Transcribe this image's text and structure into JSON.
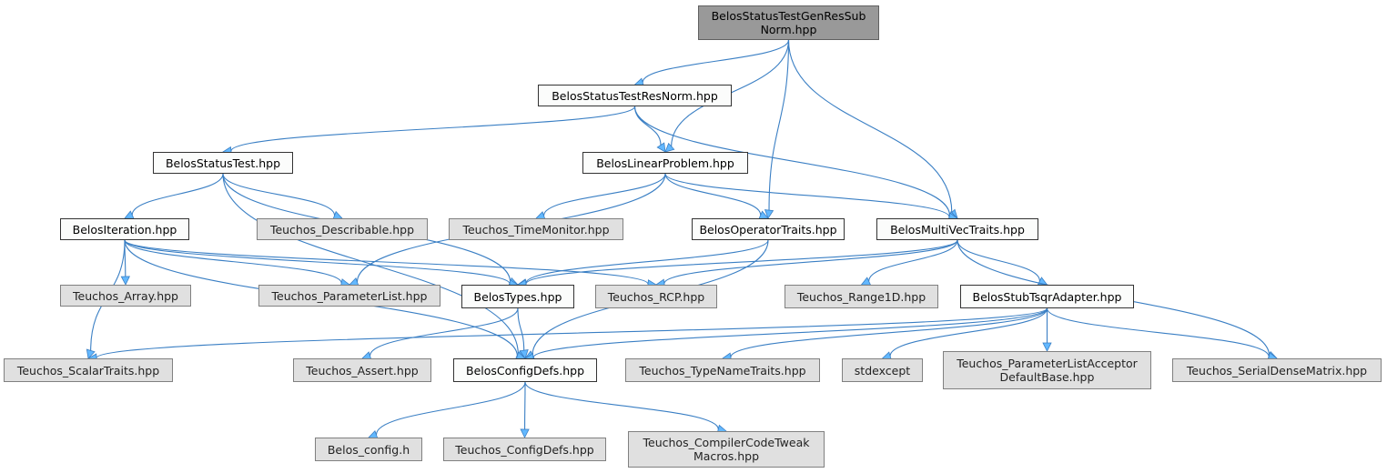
{
  "diagram": {
    "type": "include-dependency-graph",
    "colors": {
      "edge": "#3a7fc4",
      "arrow": "#63b8ff",
      "root_fill": "#999999",
      "local_fill": "#fbfcfb",
      "external_fill": "#e0e0e0"
    },
    "nodes": [
      {
        "id": "root",
        "label": "BelosStatusTestGenResSub\nNorm.hpp",
        "kind": "root"
      },
      {
        "id": "resnorm",
        "label": "BelosStatusTestResNorm.hpp",
        "kind": "local"
      },
      {
        "id": "statustest",
        "label": "BelosStatusTest.hpp",
        "kind": "local"
      },
      {
        "id": "linprob",
        "label": "BelosLinearProblem.hpp",
        "kind": "local"
      },
      {
        "id": "iteration",
        "label": "BelosIteration.hpp",
        "kind": "local"
      },
      {
        "id": "describable",
        "label": "Teuchos_Describable.hpp",
        "kind": "external"
      },
      {
        "id": "timemon",
        "label": "Teuchos_TimeMonitor.hpp",
        "kind": "external"
      },
      {
        "id": "optraits",
        "label": "BelosOperatorTraits.hpp",
        "kind": "local"
      },
      {
        "id": "mvtraits",
        "label": "BelosMultiVecTraits.hpp",
        "kind": "local"
      },
      {
        "id": "array",
        "label": "Teuchos_Array.hpp",
        "kind": "external"
      },
      {
        "id": "paramlist",
        "label": "Teuchos_ParameterList.hpp",
        "kind": "external"
      },
      {
        "id": "types",
        "label": "BelosTypes.hpp",
        "kind": "local"
      },
      {
        "id": "rcp",
        "label": "Teuchos_RCP.hpp",
        "kind": "external"
      },
      {
        "id": "range1d",
        "label": "Teuchos_Range1D.hpp",
        "kind": "external"
      },
      {
        "id": "tsqr",
        "label": "BelosStubTsqrAdapter.hpp",
        "kind": "local"
      },
      {
        "id": "scalartraits",
        "label": "Teuchos_ScalarTraits.hpp",
        "kind": "external"
      },
      {
        "id": "assert",
        "label": "Teuchos_Assert.hpp",
        "kind": "external"
      },
      {
        "id": "configdefs",
        "label": "BelosConfigDefs.hpp",
        "kind": "local"
      },
      {
        "id": "typename",
        "label": "Teuchos_TypeNameTraits.hpp",
        "kind": "external"
      },
      {
        "id": "stdexcept",
        "label": "stdexcept",
        "kind": "external"
      },
      {
        "id": "placcept",
        "label": "Teuchos_ParameterListAcceptor\nDefaultBase.hpp",
        "kind": "external"
      },
      {
        "id": "serialdense",
        "label": "Teuchos_SerialDenseMatrix.hpp",
        "kind": "external"
      },
      {
        "id": "belosconfig",
        "label": "Belos_config.h",
        "kind": "external"
      },
      {
        "id": "tconfigdefs",
        "label": "Teuchos_ConfigDefs.hpp",
        "kind": "external"
      },
      {
        "id": "tweak",
        "label": "Teuchos_CompilerCodeTweak\nMacros.hpp",
        "kind": "external"
      }
    ],
    "edges": [
      [
        "root",
        "resnorm"
      ],
      [
        "root",
        "linprob"
      ],
      [
        "root",
        "optraits"
      ],
      [
        "root",
        "mvtraits"
      ],
      [
        "resnorm",
        "statustest"
      ],
      [
        "resnorm",
        "linprob"
      ],
      [
        "resnorm",
        "mvtraits"
      ],
      [
        "statustest",
        "iteration"
      ],
      [
        "statustest",
        "describable"
      ],
      [
        "statustest",
        "types"
      ],
      [
        "statustest",
        "configdefs"
      ],
      [
        "linprob",
        "timemon"
      ],
      [
        "linprob",
        "optraits"
      ],
      [
        "linprob",
        "mvtraits"
      ],
      [
        "linprob",
        "paramlist"
      ],
      [
        "iteration",
        "array"
      ],
      [
        "iteration",
        "paramlist"
      ],
      [
        "iteration",
        "types"
      ],
      [
        "iteration",
        "rcp"
      ],
      [
        "iteration",
        "scalartraits"
      ],
      [
        "iteration",
        "configdefs"
      ],
      [
        "optraits",
        "types"
      ],
      [
        "optraits",
        "configdefs"
      ],
      [
        "mvtraits",
        "types"
      ],
      [
        "mvtraits",
        "rcp"
      ],
      [
        "mvtraits",
        "range1d"
      ],
      [
        "mvtraits",
        "tsqr"
      ],
      [
        "mvtraits",
        "serialdense"
      ],
      [
        "types",
        "assert"
      ],
      [
        "types",
        "configdefs"
      ],
      [
        "tsqr",
        "scalartraits"
      ],
      [
        "tsqr",
        "configdefs"
      ],
      [
        "tsqr",
        "typename"
      ],
      [
        "tsqr",
        "stdexcept"
      ],
      [
        "tsqr",
        "placcept"
      ],
      [
        "tsqr",
        "serialdense"
      ],
      [
        "configdefs",
        "belosconfig"
      ],
      [
        "configdefs",
        "tconfigdefs"
      ],
      [
        "configdefs",
        "tweak"
      ]
    ]
  }
}
